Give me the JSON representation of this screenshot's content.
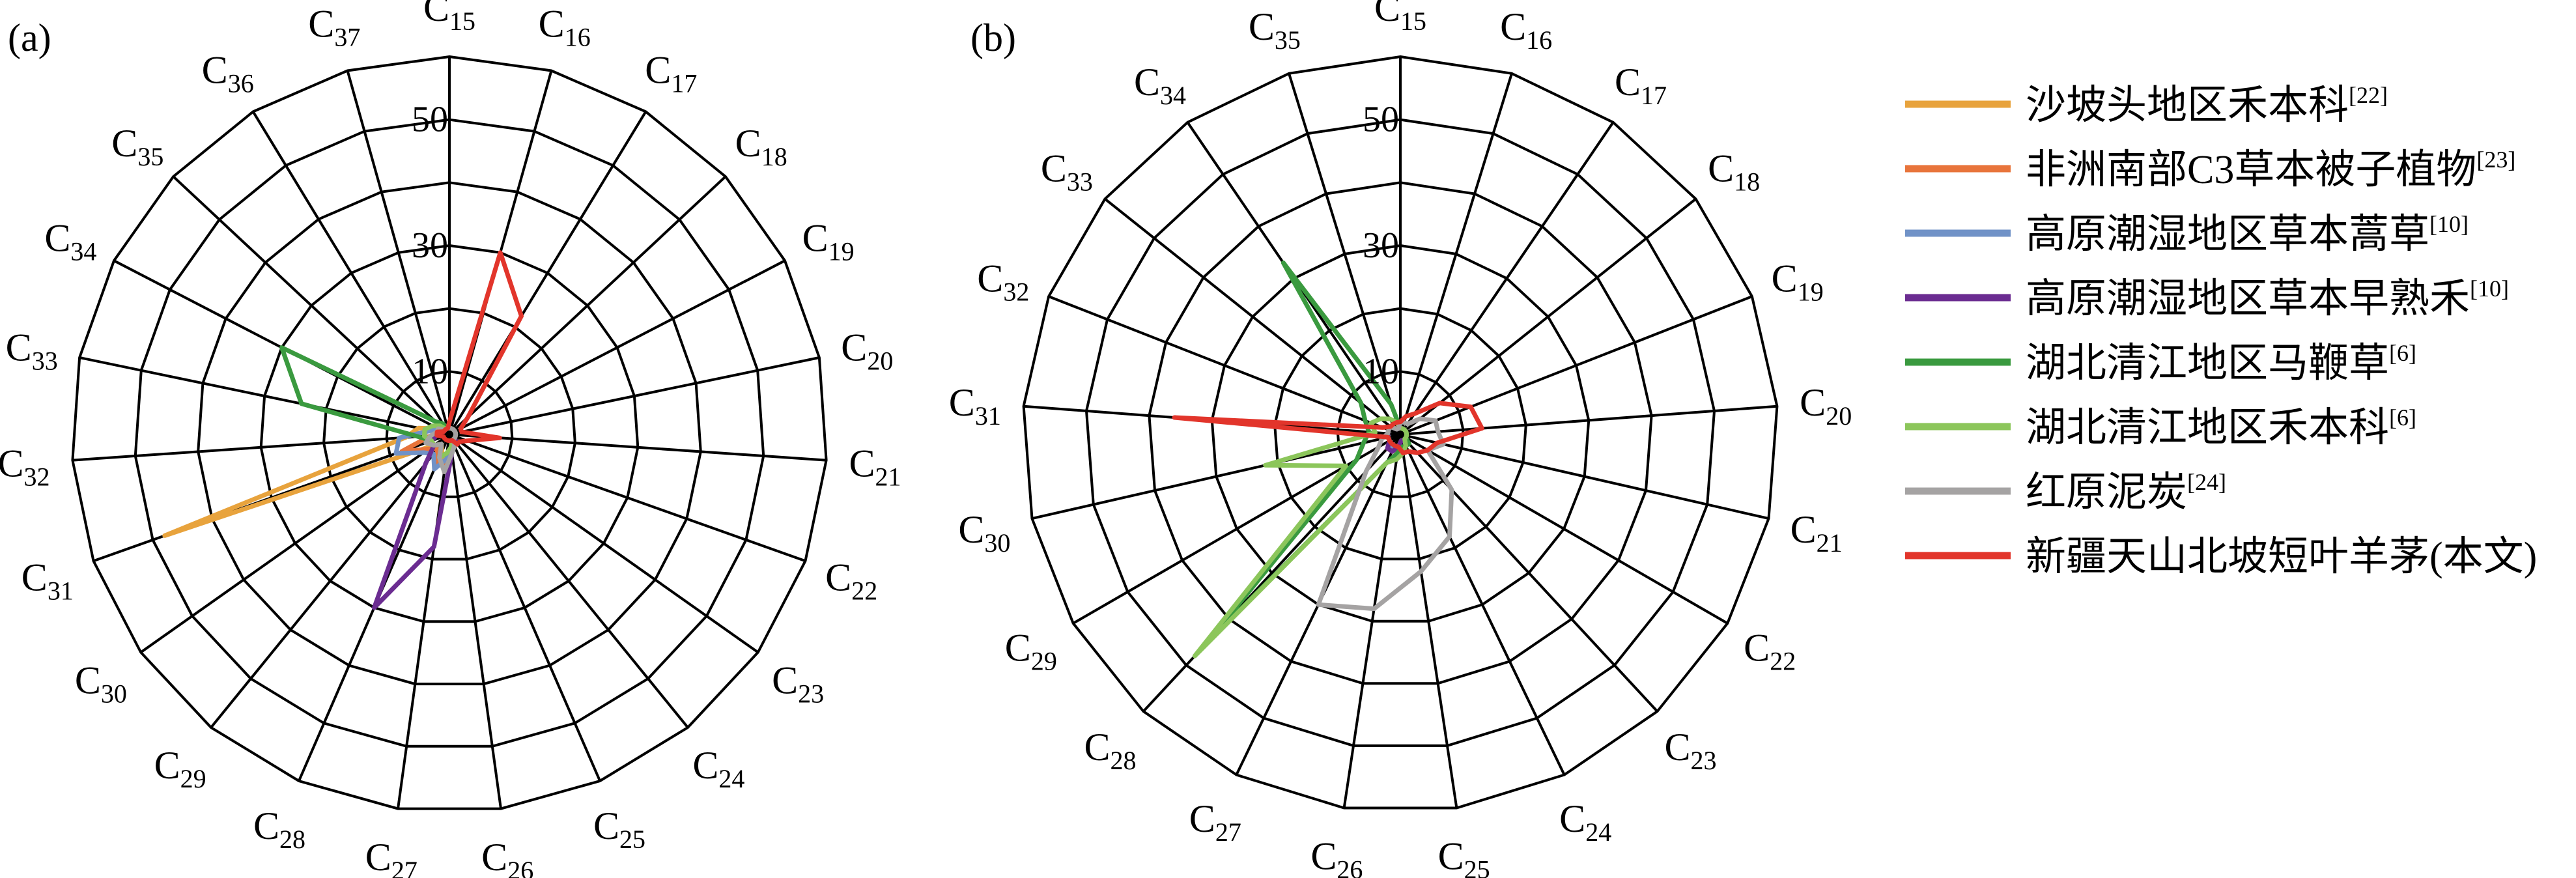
{
  "chart_data": [
    {
      "type": "radar",
      "panel_label": "(a)",
      "categories": [
        "C15",
        "C16",
        "C17",
        "C18",
        "C19",
        "C20",
        "C21",
        "C22",
        "C23",
        "C24",
        "C25",
        "C26",
        "C27",
        "C28",
        "C29",
        "C30",
        "C31",
        "C32",
        "C33",
        "C34",
        "C35",
        "C36",
        "C37"
      ],
      "category_prefix": "C",
      "category_numbers": [
        "15",
        "16",
        "17",
        "18",
        "19",
        "20",
        "21",
        "22",
        "23",
        "24",
        "25",
        "26",
        "27",
        "28",
        "29",
        "30",
        "31",
        "32",
        "33",
        "34",
        "35",
        "36",
        "37"
      ],
      "rlim": [
        0,
        60
      ],
      "ring_step": 10,
      "ring_labels": [
        {
          "value": 10,
          "text": "10"
        },
        {
          "value": 30,
          "text": "30"
        },
        {
          "value": 50,
          "text": "50"
        }
      ],
      "grid": true,
      "series": [
        {
          "name": "沙坡头地区禾本科[22]",
          "color": "#e8a33d",
          "values": [
            1,
            1,
            1,
            1,
            1,
            1,
            1,
            1,
            1,
            1,
            1,
            2,
            6,
            3,
            2,
            3,
            48,
            7,
            5,
            2,
            1,
            1,
            1
          ]
        },
        {
          "name": "非洲南部C3草本被子植物[23]",
          "color": "#e8743b",
          "values": [
            1,
            1,
            1,
            1,
            1,
            1,
            1,
            1,
            1,
            2,
            2,
            3,
            5,
            5,
            3,
            4,
            8,
            3,
            2,
            2,
            1,
            1,
            1
          ]
        },
        {
          "name": "高原潮湿地区草本蒿草[10]",
          "color": "#7092c7",
          "values": [
            1,
            1,
            1,
            1,
            1,
            1,
            1,
            1,
            1,
            1,
            2,
            3,
            4,
            6,
            4,
            5,
            9,
            8,
            3,
            2,
            1,
            1,
            1
          ]
        },
        {
          "name": "高原潮湿地区草本早熟禾[10]",
          "color": "#6b2c91",
          "values": [
            1,
            1,
            1,
            1,
            1,
            1,
            1,
            1,
            1,
            2,
            1,
            3,
            18,
            30,
            6,
            3,
            3,
            2,
            2,
            1,
            1,
            1,
            1
          ]
        },
        {
          "name": "湖北清江地区马鞭草[6]",
          "color": "#3a9a3f",
          "values": [
            1,
            1,
            1,
            1,
            1,
            1,
            1,
            1,
            1,
            1,
            1,
            2,
            3,
            4,
            2,
            3,
            3,
            5,
            24,
            30,
            3,
            2,
            1
          ]
        },
        {
          "name": "湖北清江地区禾本科[6]",
          "color": "#8cc65b",
          "values": [
            1,
            1,
            1,
            1,
            1,
            1,
            1,
            1,
            1,
            1,
            1,
            2,
            3,
            4,
            2,
            3,
            3,
            4,
            4,
            3,
            2,
            1,
            1
          ]
        },
        {
          "name": "红原泥炭[24]",
          "color": "#a5a3a3",
          "values": [
            1,
            1,
            1,
            1,
            1,
            1,
            1,
            1,
            1,
            1,
            2,
            3,
            6,
            4,
            2,
            3,
            4,
            3,
            2,
            2,
            1,
            1,
            1
          ]
        },
        {
          "name": "新疆天山北坡短叶羊茅(本文)",
          "color": "#e2352b",
          "values": [
            2,
            30,
            22,
            4,
            2,
            2,
            8,
            3,
            2,
            2,
            1,
            1,
            1,
            1,
            1,
            1,
            1,
            2,
            2,
            1,
            1,
            1,
            1
          ]
        }
      ]
    },
    {
      "type": "radar",
      "panel_label": "(b)",
      "categories": [
        "C15",
        "C16",
        "C17",
        "C18",
        "C19",
        "C20",
        "C21",
        "C22",
        "C23",
        "C24",
        "C25",
        "C26",
        "C27",
        "C28",
        "C29",
        "C30",
        "C31",
        "C32",
        "C33",
        "C34",
        "C35"
      ],
      "category_prefix": "C",
      "category_numbers": [
        "15",
        "16",
        "17",
        "18",
        "19",
        "20",
        "21",
        "22",
        "23",
        "24",
        "25",
        "26",
        "27",
        "28",
        "29",
        "30",
        "31",
        "32",
        "33",
        "34",
        "35"
      ],
      "rlim": [
        0,
        60
      ],
      "ring_step": 10,
      "ring_labels": [
        {
          "value": 10,
          "text": "10"
        },
        {
          "value": 30,
          "text": "30"
        },
        {
          "value": 50,
          "text": "50"
        }
      ],
      "grid": true,
      "series": [
        {
          "name": "沙坡头地区禾本科[22]",
          "color": "#e8a33d",
          "values": [
            1,
            1,
            1,
            1,
            1,
            1,
            1,
            1,
            1,
            1,
            1,
            2,
            3,
            3,
            2,
            2,
            2,
            2,
            2,
            1,
            1
          ]
        },
        {
          "name": "非洲南部C3草本被子植物[23]",
          "color": "#e8743b",
          "values": [
            1,
            1,
            1,
            1,
            1,
            1,
            1,
            1,
            1,
            1,
            1,
            2,
            3,
            3,
            2,
            2,
            2,
            2,
            2,
            1,
            1
          ]
        },
        {
          "name": "高原潮湿地区草本蒿草[10]",
          "color": "#7092c7",
          "values": [
            1,
            1,
            1,
            1,
            1,
            1,
            1,
            1,
            1,
            1,
            1,
            2,
            2,
            3,
            2,
            2,
            2,
            2,
            2,
            1,
            1
          ]
        },
        {
          "name": "高原潮湿地区草本早熟禾[10]",
          "color": "#6b2c91",
          "values": [
            1,
            1,
            1,
            1,
            1,
            1,
            1,
            1,
            1,
            1,
            1,
            2,
            3,
            3,
            2,
            2,
            2,
            2,
            2,
            1,
            1
          ]
        },
        {
          "name": "湖北清江地区马鞭草[6]",
          "color": "#3a9a3f",
          "values": [
            1,
            1,
            1,
            1,
            1,
            1,
            1,
            1,
            2,
            2,
            2,
            3,
            5,
            45,
            8,
            6,
            5,
            6,
            8,
            33,
            5
          ]
        },
        {
          "name": "湖北清江地区禾本科[6]",
          "color": "#8cc65b",
          "values": [
            1,
            1,
            1,
            1,
            1,
            1,
            1,
            1,
            1,
            2,
            3,
            4,
            5,
            48,
            10,
            22,
            4,
            5,
            4,
            3,
            2
          ]
        },
        {
          "name": "红原泥炭[24]",
          "color": "#a5a3a3",
          "values": [
            2,
            2,
            2,
            4,
            6,
            6,
            7,
            5,
            12,
            18,
            22,
            28,
            30,
            8,
            4,
            3,
            2,
            2,
            2,
            1,
            1
          ]
        },
        {
          "name": "新疆天山北坡短叶羊茅(本文)",
          "color": "#e2352b",
          "values": [
            2,
            3,
            4,
            8,
            12,
            13,
            6,
            5,
            4,
            3,
            3,
            2,
            2,
            2,
            2,
            2,
            36,
            3,
            2,
            2,
            2
          ]
        }
      ]
    }
  ],
  "legend": [
    {
      "text": "沙坡头地区禾本科",
      "ref": "[22]",
      "color": "#e8a33d"
    },
    {
      "text": "非洲南部C3草本被子植物",
      "ref": "[23]",
      "color": "#e8743b"
    },
    {
      "text": "高原潮湿地区草本蒿草",
      "ref": "[10]",
      "color": "#7092c7"
    },
    {
      "text": "高原潮湿地区草本早熟禾",
      "ref": "[10]",
      "color": "#6b2c91"
    },
    {
      "text": "湖北清江地区马鞭草",
      "ref": "[6]",
      "color": "#3a9a3f"
    },
    {
      "text": "湖北清江地区禾本科",
      "ref": "[6]",
      "color": "#8cc65b"
    },
    {
      "text": "红原泥炭",
      "ref": "[24]",
      "color": "#a5a3a3"
    },
    {
      "text": "新疆天山北坡短叶羊茅(本文)",
      "ref": "",
      "color": "#e2352b"
    }
  ]
}
